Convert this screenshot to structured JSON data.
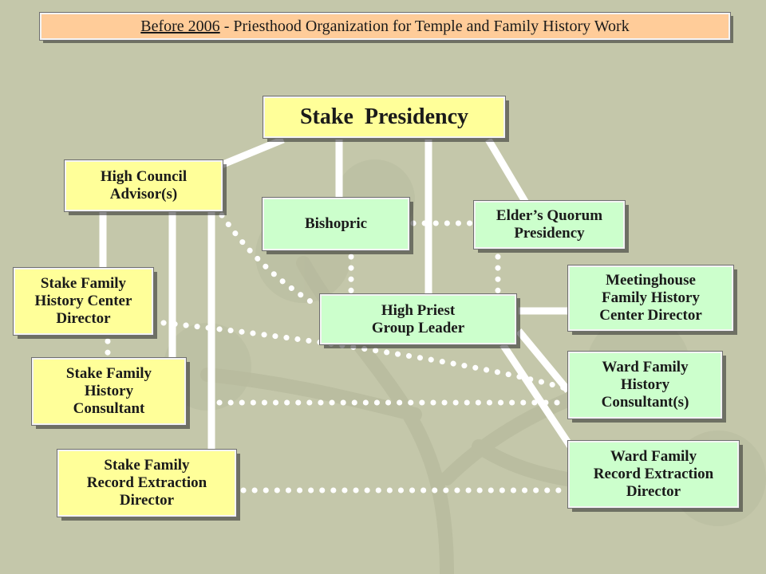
{
  "title": {
    "underlined": "Before 2006",
    "rest": " - Priesthood Organization for Temple and Family History Work"
  },
  "boxes": {
    "stake_presidency": "Stake  Presidency",
    "high_council": "High Council\nAdvisor(s)",
    "bishopric": "Bishopric",
    "elders_quorum": "Elder’s Quorum\nPresidency",
    "stake_fhc_director": "Stake Family\nHistory Center\nDirector",
    "high_priest": "High Priest\nGroup Leader",
    "meetinghouse_fhc": "Meetinghouse\nFamily History\nCenter Director",
    "stake_fh_consultant": "Stake Family\nHistory\nConsultant",
    "ward_fh_consultant": "Ward Family\nHistory\nConsultant(s)",
    "stake_record_extraction": "Stake Family\nRecord Extraction\nDirector",
    "ward_record_extraction": "Ward Family\nRecord Extraction\nDirector"
  },
  "colors": {
    "background": "#c4c7aa",
    "title_fill": "#ffcc99",
    "stake_fill": "#ffff99",
    "ward_fill": "#ccffcc",
    "connector": "#ffffff"
  }
}
